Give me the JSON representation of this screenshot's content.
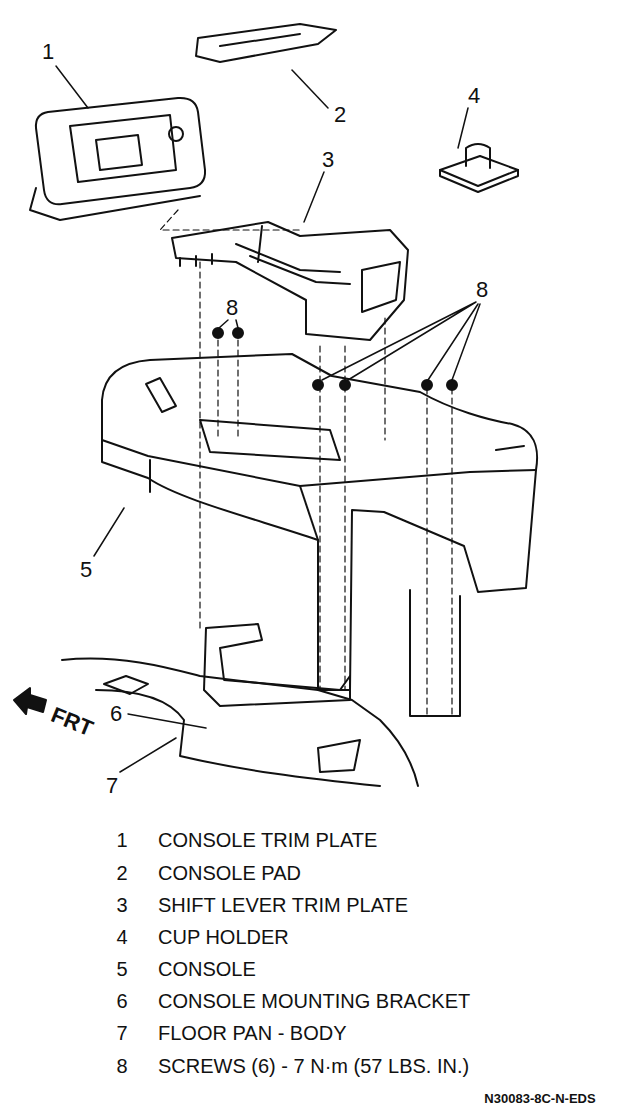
{
  "diagram": {
    "labels": [
      "1",
      "2",
      "4",
      "3",
      "8",
      "8",
      "5",
      "6",
      "FRT",
      "7",
      "1",
      "CONSOLE TRIM PLATE",
      "2",
      "CONSOLE PAD",
      "3",
      "SHIFT LEVER TRIM PLATE",
      "4",
      "CUP HOLDER",
      "5",
      "CONSOLE",
      "6",
      "CONSOLE MOUNTING BRACKET",
      "7",
      "FLOOR PAN - BODY",
      "8",
      "SCREWS (6) - 7 N·m (57 LBS. IN.)",
      "N30083-8C-N-EDS"
    ]
  }
}
